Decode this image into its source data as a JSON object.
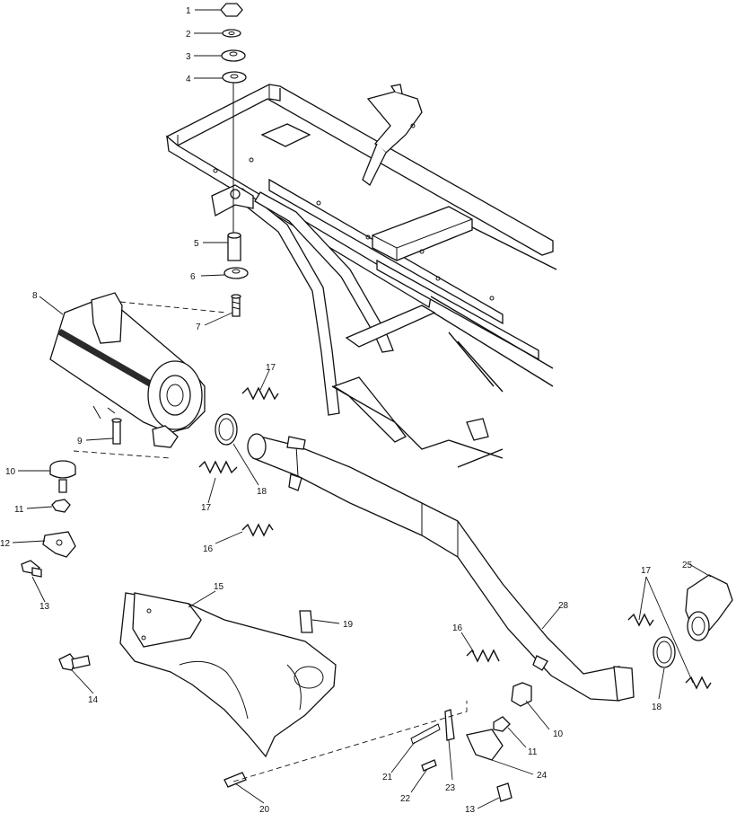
{
  "callouts": [
    {
      "id": "c1",
      "text": "1"
    },
    {
      "id": "c2",
      "text": "2"
    },
    {
      "id": "c3",
      "text": "3"
    },
    {
      "id": "c4",
      "text": "4"
    },
    {
      "id": "c5",
      "text": "5"
    },
    {
      "id": "c6",
      "text": "6"
    },
    {
      "id": "c7",
      "text": "7"
    },
    {
      "id": "c8",
      "text": "8"
    },
    {
      "id": "c9",
      "text": "9"
    },
    {
      "id": "c10a",
      "text": "10"
    },
    {
      "id": "c11a",
      "text": "11"
    },
    {
      "id": "c12",
      "text": "12"
    },
    {
      "id": "c13a",
      "text": "13"
    },
    {
      "id": "c14",
      "text": "14"
    },
    {
      "id": "c15",
      "text": "15"
    },
    {
      "id": "c16a",
      "text": "16"
    },
    {
      "id": "c17a",
      "text": "17"
    },
    {
      "id": "c17b",
      "text": "17"
    },
    {
      "id": "c18a",
      "text": "18"
    },
    {
      "id": "c19",
      "text": "19"
    },
    {
      "id": "c20",
      "text": "20"
    },
    {
      "id": "c21",
      "text": "21"
    },
    {
      "id": "c22",
      "text": "22"
    },
    {
      "id": "c23",
      "text": "23"
    },
    {
      "id": "c24",
      "text": "24"
    },
    {
      "id": "c25",
      "text": "25"
    },
    {
      "id": "c28",
      "text": "28"
    },
    {
      "id": "c16b",
      "text": "16"
    },
    {
      "id": "c17c",
      "text": "17"
    },
    {
      "id": "c18b",
      "text": "18"
    },
    {
      "id": "c10b",
      "text": "10"
    },
    {
      "id": "c11b",
      "text": "11"
    },
    {
      "id": "c13b",
      "text": "13"
    }
  ]
}
